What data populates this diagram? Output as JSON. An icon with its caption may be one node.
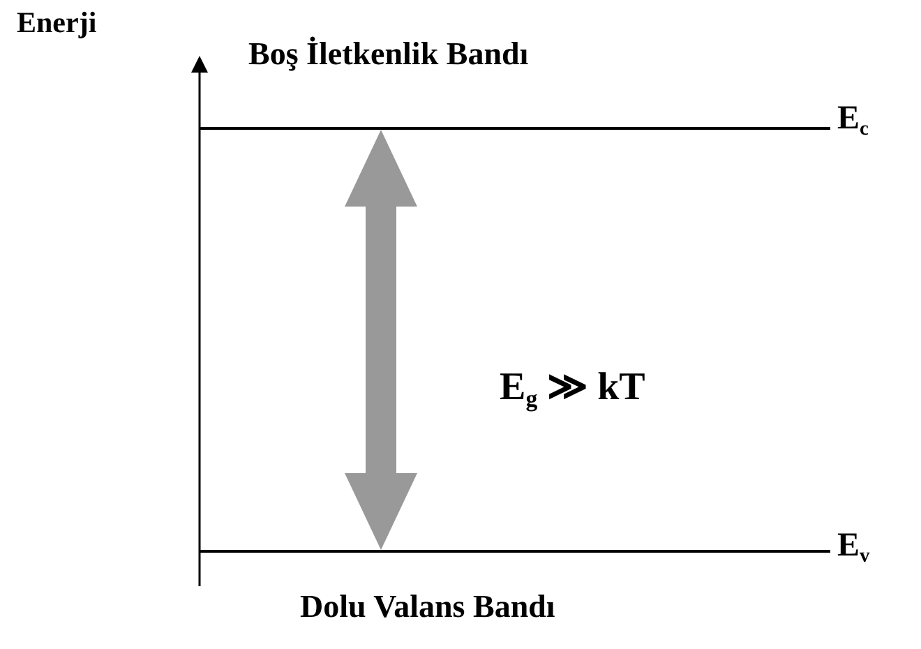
{
  "diagram": {
    "nodes": [
      {
        "text": [],
        "shape": "bar",
        "beside": [
          "E$_{c}$"
        ]
      },
      {
        "text": [],
        "shape": "bar",
        "beside": [
          "E$_{v}$"
        ]
      }
    ],
    "edges": [
      {
        "from": 0,
        "to": 1,
        "arrow": "both"
      }
    ],
    "labels": [
      "Enerji",
      "Boş İletkenlik Bandı",
      "E$_{g}$ ≫ kT",
      "Dolu Valans Bandı"
    ]
  }
}
